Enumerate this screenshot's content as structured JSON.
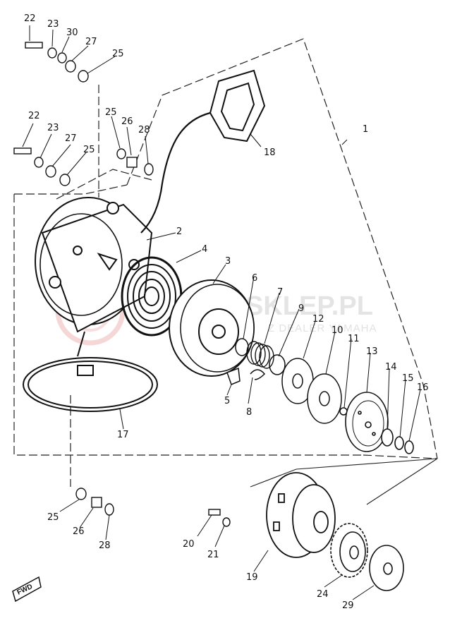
{
  "watermark": {
    "main": "SKLEP.PL",
    "sub": "Z  DEALER YAMAHA"
  },
  "direction_label": "FWD",
  "parts": [
    {
      "id": "p1",
      "number": "1"
    },
    {
      "id": "p2",
      "number": "2"
    },
    {
      "id": "p3",
      "number": "3"
    },
    {
      "id": "p4",
      "number": "4"
    },
    {
      "id": "p5",
      "number": "5"
    },
    {
      "id": "p6",
      "number": "6"
    },
    {
      "id": "p7",
      "number": "7"
    },
    {
      "id": "p8",
      "number": "8"
    },
    {
      "id": "p9",
      "number": "9"
    },
    {
      "id": "p10",
      "number": "10"
    },
    {
      "id": "p11",
      "number": "11"
    },
    {
      "id": "p12",
      "number": "12"
    },
    {
      "id": "p13",
      "number": "13"
    },
    {
      "id": "p14",
      "number": "14"
    },
    {
      "id": "p15",
      "number": "15"
    },
    {
      "id": "p16",
      "number": "16"
    },
    {
      "id": "p17",
      "number": "17"
    },
    {
      "id": "p18",
      "number": "18"
    },
    {
      "id": "p19",
      "number": "19"
    },
    {
      "id": "p20",
      "number": "20"
    },
    {
      "id": "p21",
      "number": "21"
    },
    {
      "id": "p22a",
      "number": "22"
    },
    {
      "id": "p22b",
      "number": "22"
    },
    {
      "id": "p23a",
      "number": "23"
    },
    {
      "id": "p23b",
      "number": "23"
    },
    {
      "id": "p24",
      "number": "24"
    },
    {
      "id": "p25a",
      "number": "25"
    },
    {
      "id": "p25b",
      "number": "25"
    },
    {
      "id": "p25c",
      "number": "25"
    },
    {
      "id": "p25d",
      "number": "25"
    },
    {
      "id": "p26a",
      "number": "26"
    },
    {
      "id": "p26b",
      "number": "26"
    },
    {
      "id": "p27a",
      "number": "27"
    },
    {
      "id": "p27b",
      "number": "27"
    },
    {
      "id": "p28a",
      "number": "28"
    },
    {
      "id": "p28b",
      "number": "28"
    },
    {
      "id": "p29",
      "number": "29"
    },
    {
      "id": "p30",
      "number": "30"
    }
  ]
}
